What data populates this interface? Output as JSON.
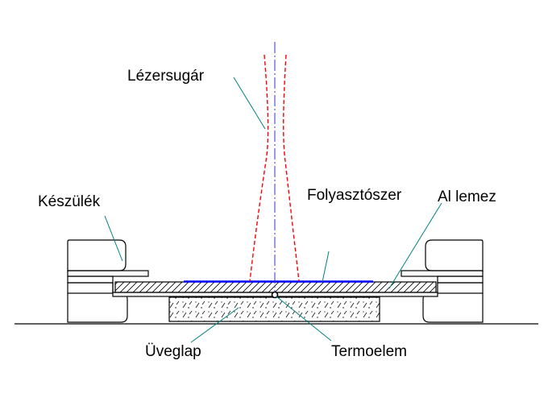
{
  "labels": {
    "laser_beam": "Lézersugár",
    "device": "Készülék",
    "flux": "Folyasztószer",
    "al_plate": "Al lemez",
    "glass_plate": "Üveglap",
    "thermocouple": "Termoelem"
  },
  "colors": {
    "outline": "#000000",
    "laser": "#ff0000",
    "axis": "#3333cc",
    "flux": "#0000ff",
    "leader": "#008080",
    "background": "#ffffff"
  }
}
